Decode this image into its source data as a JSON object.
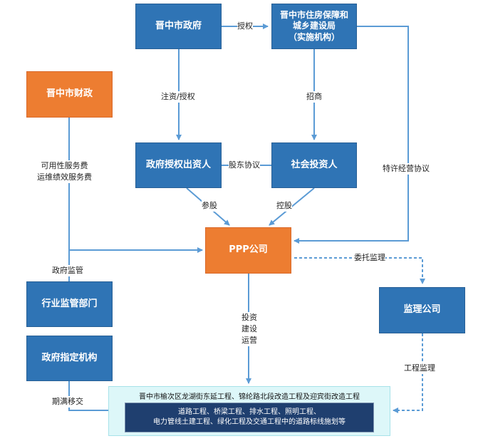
{
  "nodes": {
    "city_gov": "晋中市政府",
    "housing_bureau": [
      "晋中市住房保障和",
      "城乡建设局",
      "（实施机构）"
    ],
    "finance": "晋中市财政",
    "gov_investor": "政府授权出资人",
    "social_investor": "社会投资人",
    "ppp_company": "PPP公司",
    "industry_regulator": "行业监管部门",
    "gov_designated": "政府指定机构",
    "supervision_company": "监理公司"
  },
  "project": {
    "title": "晋中市榆次区龙湖街东延工程、锦纶路北段改造工程及迎宾街改造工程",
    "scope": [
      "道路工程、桥梁工程、排水工程、照明工程、",
      "电力管线土建工程、绿化工程及交通工程中的道路标线施划等"
    ]
  },
  "labels": {
    "authorize": "授权",
    "invest_authorize": "注资/授权",
    "attract_investment": "招商",
    "shareholder_agreement": "股东协议",
    "franchise_agreement": "特许经营协议",
    "fees": [
      "可用性服务费",
      "运维绩效服务费"
    ],
    "equity_participation": "参股",
    "holding_control": "控股",
    "gov_supervision": "政府监管",
    "entrusted_supervision": "委托监理",
    "build_operate": [
      "投资",
      "建设",
      "运营"
    ],
    "engineering_supervision": "工程监理",
    "transfer_on_expiry": "期满移交"
  },
  "colors": {
    "blue_box": "#2f74b5",
    "orange_box": "#ed7d31",
    "arrow": "#5b9bd5",
    "project_bg": "#ddf7f9",
    "scope_bg": "#1f3f6f"
  }
}
